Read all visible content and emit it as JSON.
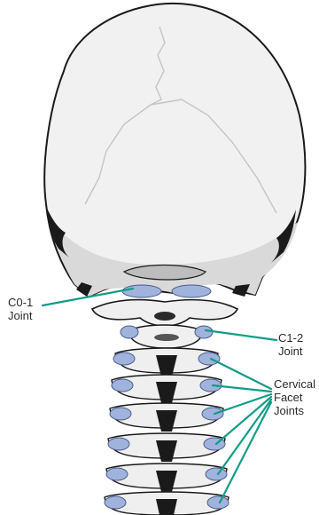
{
  "labels": {
    "c01": {
      "line1": "C0-1",
      "line2": "Joint"
    },
    "c12": {
      "line1": "C1-2",
      "line2": "Joint"
    },
    "facet": {
      "line1": "Cervical",
      "line2": "Facet",
      "line3": "Joints"
    }
  },
  "colors": {
    "background": "#ffffff",
    "bone": "#f2f2f2",
    "bone_shadow": "#cfcfcf",
    "outline": "#1a1a1a",
    "joint": "#9fb3dc",
    "pointer": "#129c86"
  }
}
